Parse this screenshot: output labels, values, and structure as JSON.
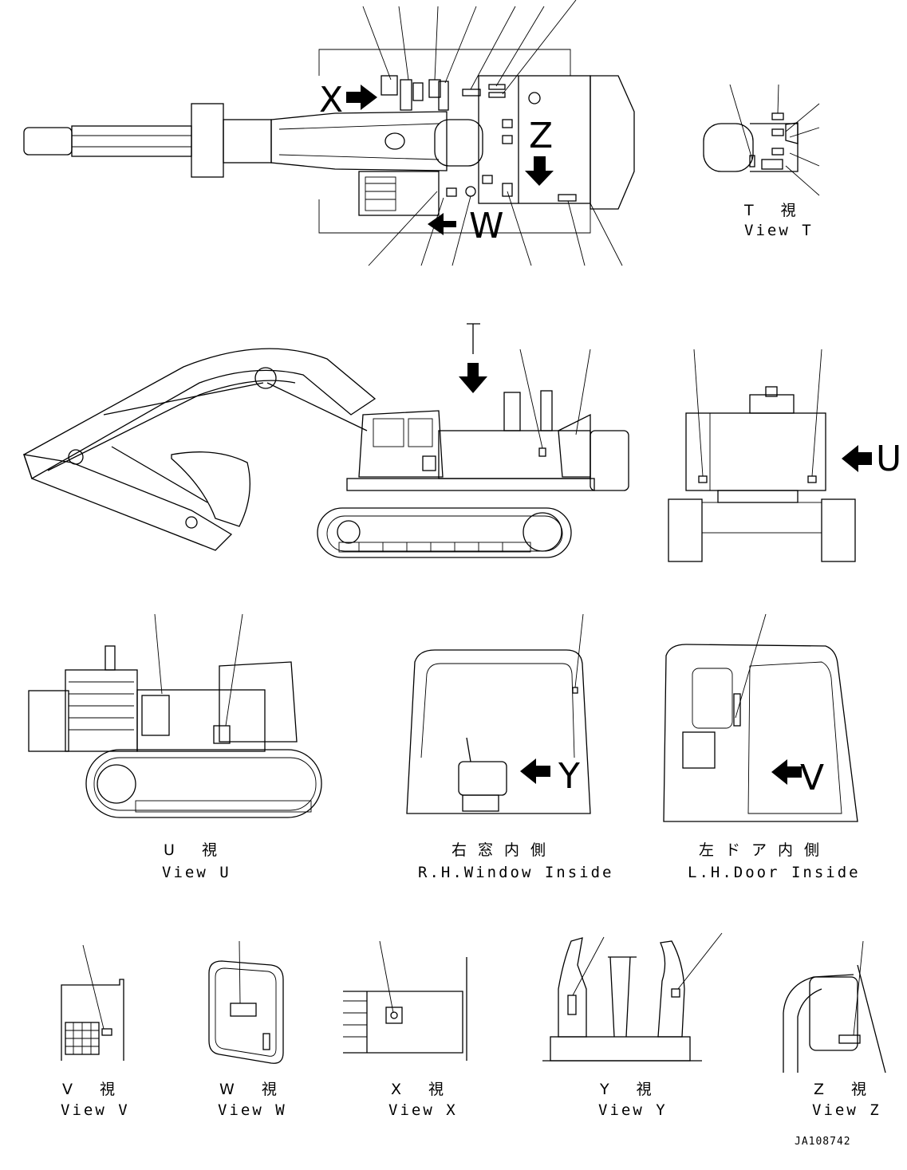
{
  "drawing_code": "JA108742",
  "markers": {
    "X": "X",
    "Z": "Z",
    "W": "W",
    "T": "T",
    "U": "U",
    "Y": "Y",
    "V": "V"
  },
  "views": {
    "T": {
      "jp": "T 視",
      "en": "View T"
    },
    "U": {
      "jp": "U 視",
      "en": "View U"
    },
    "rh_window": {
      "jp": "右窓内側",
      "en": "R.H.Window Inside"
    },
    "lh_door": {
      "jp": "左ドア内側",
      "en": "L.H.Door Inside"
    },
    "V": {
      "jp": "V 視",
      "en": "View V"
    },
    "W": {
      "jp": "W 視",
      "en": "View W"
    },
    "X": {
      "jp": "X 視",
      "en": "View X"
    },
    "Y": {
      "jp": "Y 視",
      "en": "View Y"
    },
    "Z": {
      "jp": "Z 視",
      "en": "View Z"
    }
  }
}
